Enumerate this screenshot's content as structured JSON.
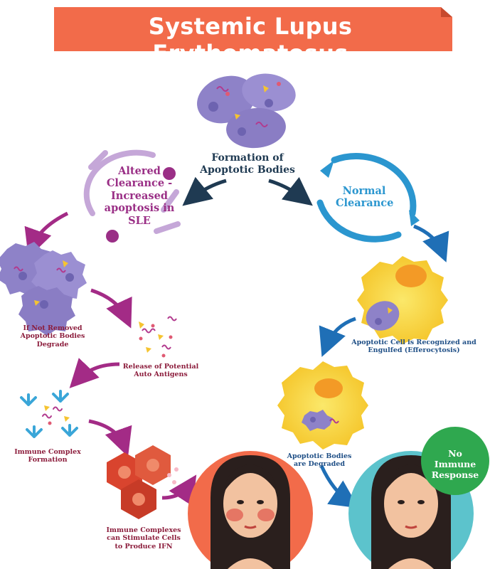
{
  "title": "Systemic Lupus Erythematosus",
  "center_label": "Formation of Apoptotic Bodies",
  "left_cycle_label": "Altered Clearance - Increased apoptosis in SLE",
  "right_cycle_label": "Normal Clearance",
  "left_steps": [
    "If Not Removed Apoptotic Bodies Degrade",
    "Release of Potential Auto Antigens",
    "Immune Complex Formation",
    "Immune Complexes can Stimulate Cells to Produce IFN"
  ],
  "right_steps": [
    "Apoptotic Cell is Recognized and Engulfed (Efferocytosis)",
    "Apoptotic Bodies are Degraded"
  ],
  "badge": "No Immune Response",
  "colors": {
    "title_bg": "#f26b4a",
    "purple": "#9a2f86",
    "blue": "#2b96cf",
    "dark_navy": "#1f3a52",
    "cell_purple": "#8e82c8",
    "phagocyte_yellow": "#f7d033",
    "immune_red": "#d9442e",
    "badge_green": "#2fa84f"
  }
}
